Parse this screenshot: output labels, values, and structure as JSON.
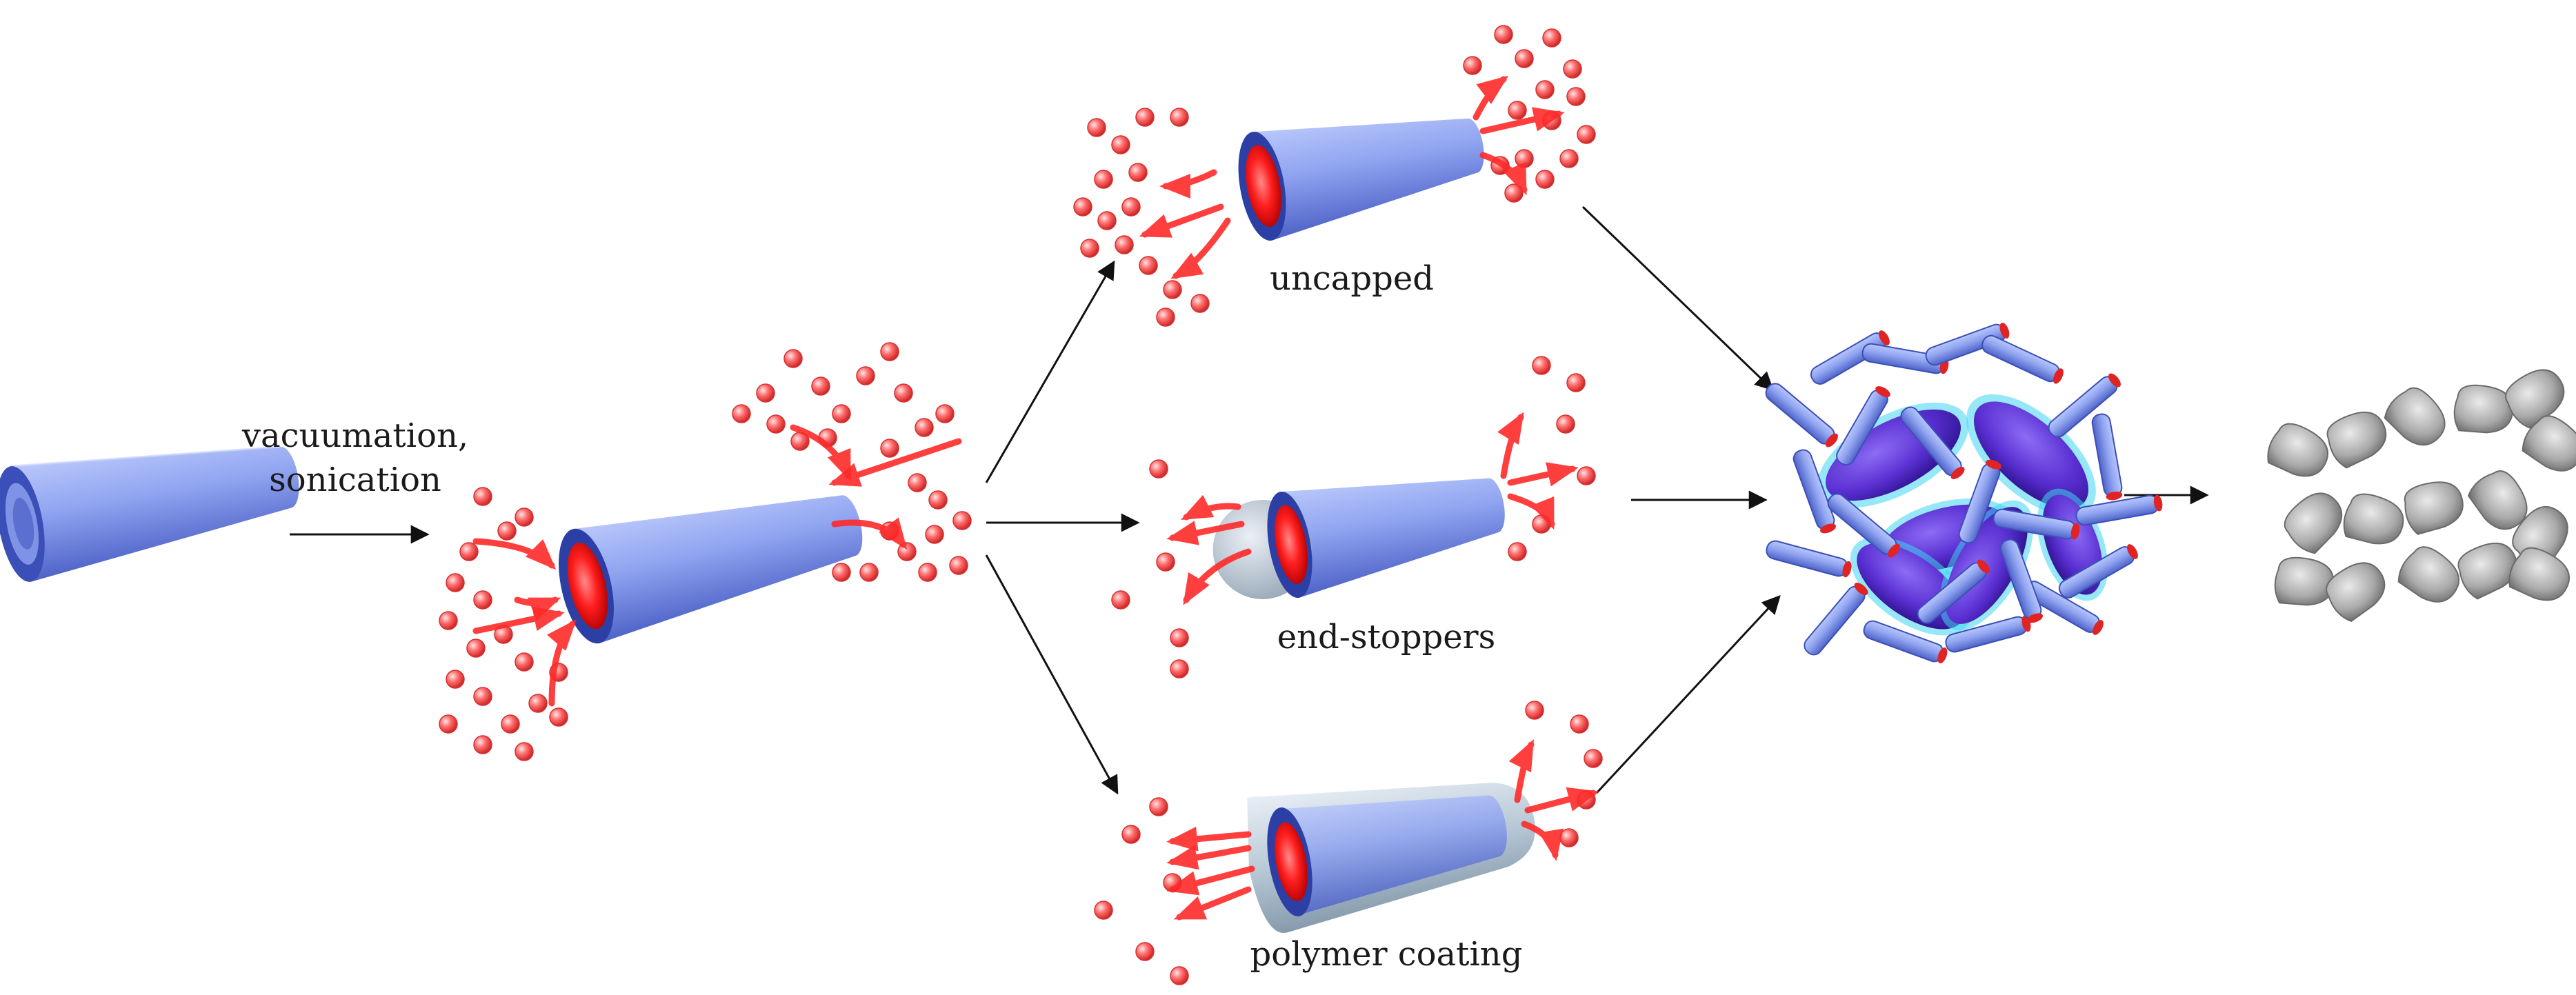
{
  "labels": {
    "process": [
      "vacuumation,",
      "sonication"
    ],
    "uncapped": "uncapped",
    "end_stoppers": "end-stoppers",
    "polymer_coating": "polymer coating"
  },
  "icons": [
    "halloysite-nanotube-icon",
    "loaded-nanotube-icon",
    "drug-molecule-icon",
    "release-arrow-icon",
    "bacteria-cluster-icon",
    "dead-bacteria-icon"
  ],
  "colors": {
    "tube": "#8ea2ee",
    "tube_dark": "#2a3fa8",
    "drug": "#ff2a2a",
    "molecule": "#f04848",
    "bacteria": "#6a3cd8",
    "bacteria_glow": "#38d6f0",
    "dead": "#a8a8a8"
  }
}
